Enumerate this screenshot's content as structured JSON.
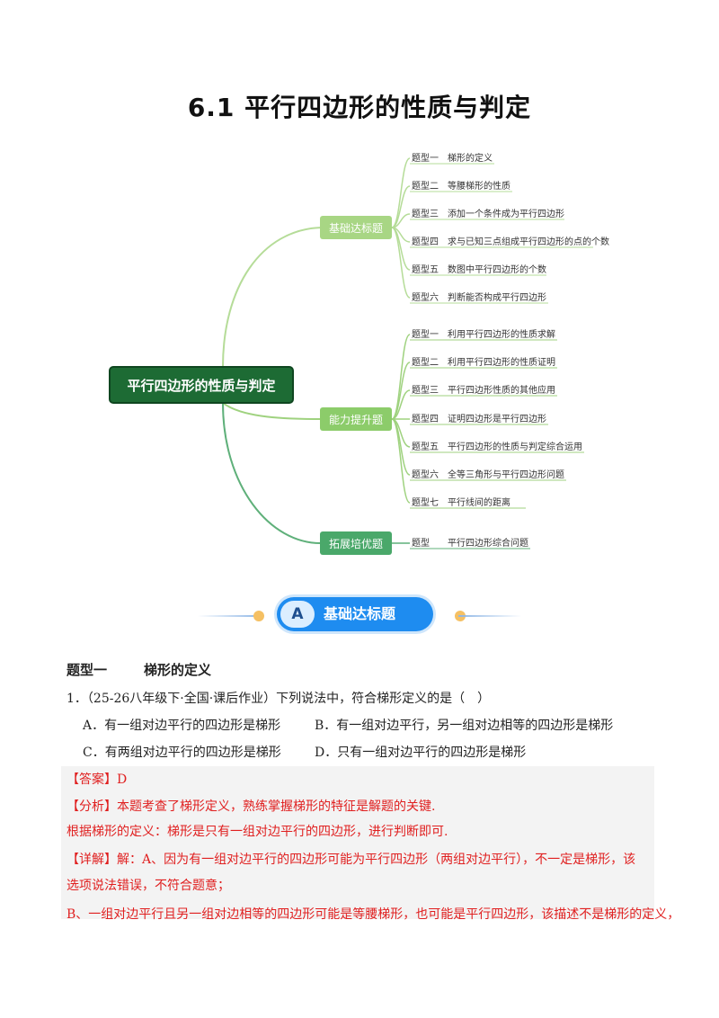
{
  "title": "6.1 平行四边形的性质与判定",
  "mindmap": {
    "root": "平行四边形的性质与判定",
    "branches": [
      {
        "label": "基础达标题",
        "items": [
          "题型一　梯形的定义",
          "题型二　等腰梯形的性质",
          "题型三　添加一个条件成为平行四边形",
          "题型四　求与已知三点组成平行四边形的点的个数",
          "题型五　数图中平行四边形的个数",
          "题型六　判断能否构成平行四边形"
        ]
      },
      {
        "label": "能力提升题",
        "items": [
          "题型一　利用平行四边形的性质求解",
          "题型二　利用平行四边形的性质证明",
          "题型三　平行四边形性质的其他应用",
          "题型四　证明四边形是平行四边形",
          "题型五　平行四边形的性质与判定综合运用",
          "题型六　全等三角形与平行四边形问题",
          "题型七　平行线间的距离"
        ]
      },
      {
        "label": "拓展培优题",
        "items": [
          "题型　　平行四边形综合问题"
        ]
      }
    ]
  },
  "banner": {
    "letter": "A",
    "text": "基础达标题"
  },
  "section": {
    "type": "题型一",
    "name": "梯形的定义"
  },
  "question": {
    "stem": "1．（25-26八年级下·全国·课后作业）下列说法中，符合梯形定义的是（　）",
    "options": {
      "A": "A．有一组对边平行的四边形是梯形",
      "B": "B．有一组对边平行，另一组对边相等的四边形是梯形",
      "C": "C．有两组对边平行的四边形是梯形",
      "D": "D．只有一组对边平行的四边形是梯形"
    }
  },
  "answer": {
    "answer_line": "【答案】D",
    "analysis_line": "【分析】本题考查了梯形定义，熟练掌握梯形的特征是解题的关键.",
    "analysis_line2": "根据梯形的定义：梯形是只有一组对边平行的四边形，进行判断即可.",
    "detail_line1": "【详解】解：A、因为有一组对边平行的四边形可能为平行四边形（两组对边平行），不一定是梯形，该",
    "detail_line2": "选项说法错误，不符合题意；",
    "detail_line3": "B、一组对边平行且另一组对边相等的四边形可能是等腰梯形，也可能是平行四边形，该描述不是梯形的定义，"
  },
  "colors": {
    "root_bg": "#1d6b34",
    "branch1": "#a8d684",
    "branch2": "#8ccc6a",
    "branch3": "#4aa86a",
    "banner": "#1e8cf0"
  }
}
